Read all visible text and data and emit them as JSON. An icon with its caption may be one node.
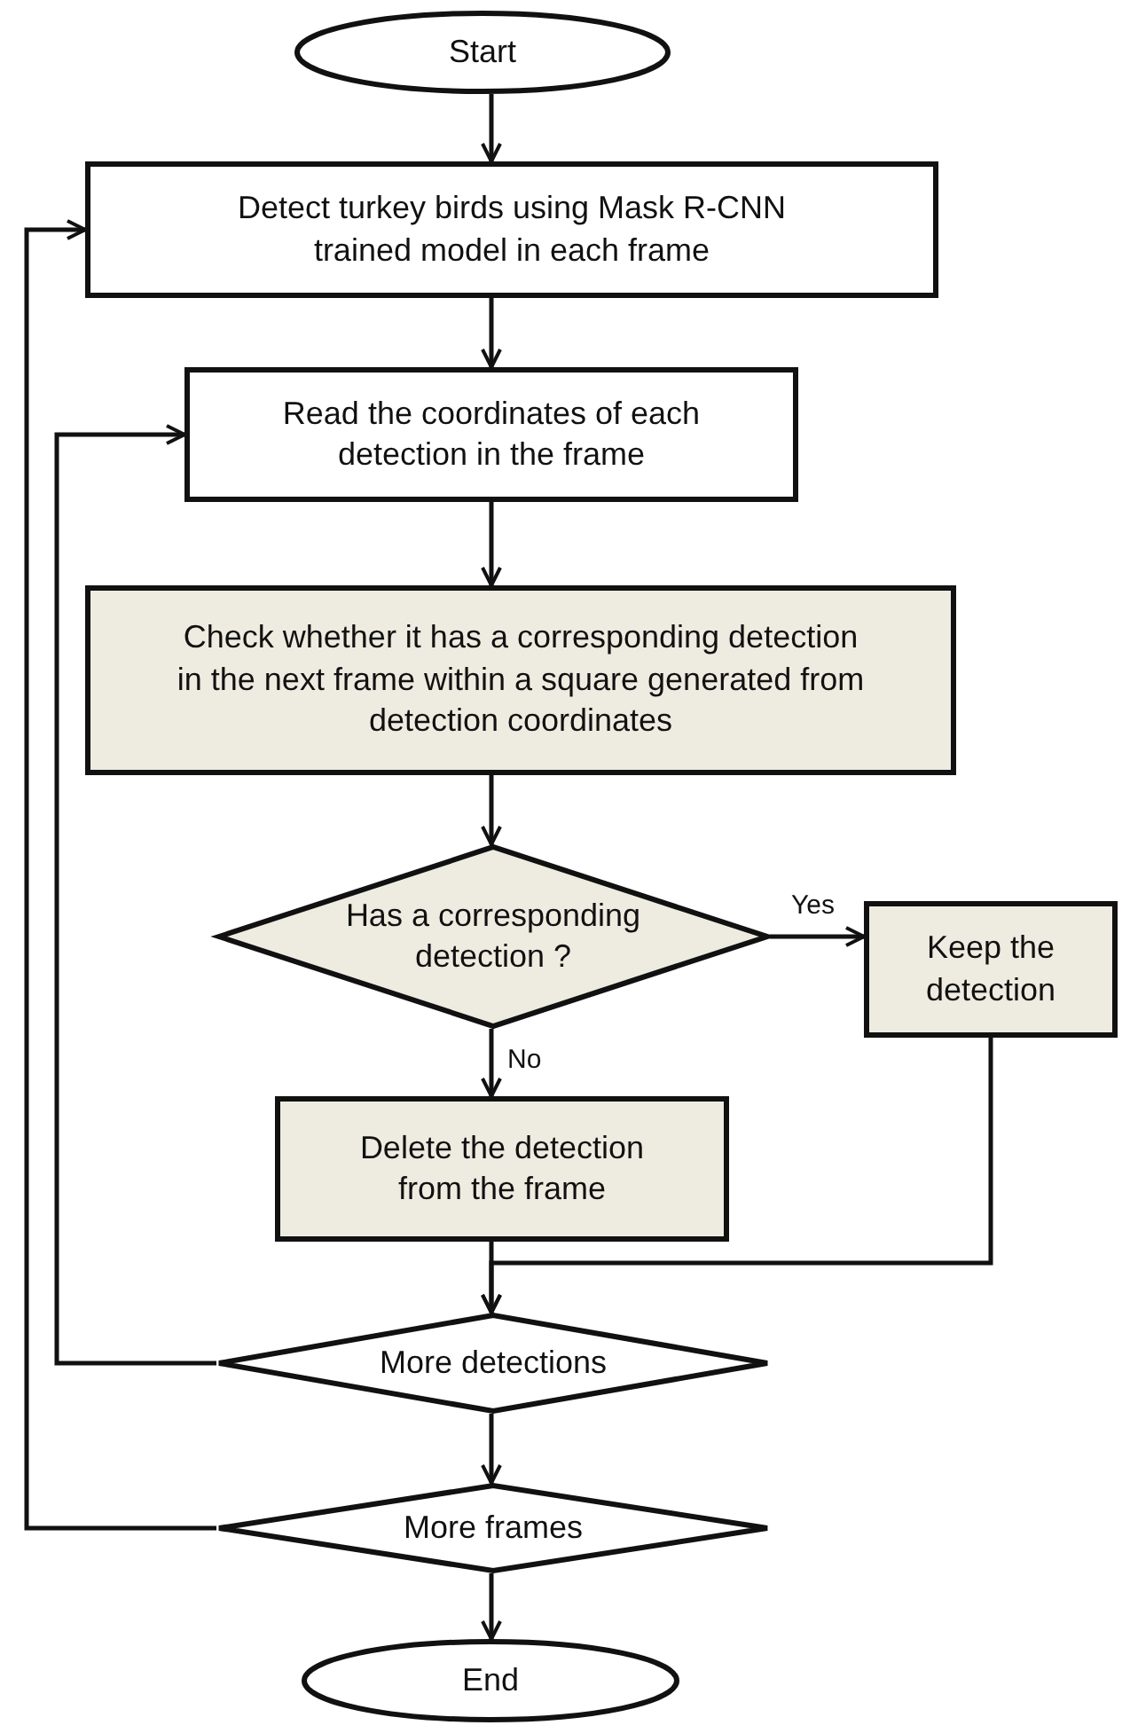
{
  "diagram": {
    "nodes": [
      {
        "text": [
          "Start"
        ]
      },
      {
        "text": [
          "Detect turkey birds using Mask R-CNN trained model in each frame"
        ]
      },
      {
        "text": [
          "Read the coordinates of each detection in the frame"
        ]
      },
      {
        "text": [
          "Check whether it has a corresponding detection in the next frame within a square generated from detection coordinates"
        ]
      },
      {
        "text": [
          "Has a corresponding detection ?"
        ]
      },
      {
        "text": [
          "Keep the detection"
        ]
      },
      {
        "text": [
          "Delete the detection from the frame"
        ]
      },
      {
        "text": [
          "More detections"
        ]
      },
      {
        "text": [
          "More frames"
        ]
      },
      {
        "text": [
          "End"
        ]
      }
    ],
    "edges": [
      {
        "from": 0,
        "to": 1,
        "arrow": "to"
      },
      {
        "from": 1,
        "to": 2,
        "arrow": "to"
      },
      {
        "from": 2,
        "to": 3,
        "arrow": "to"
      },
      {
        "from": 3,
        "to": 4,
        "arrow": "to"
      },
      {
        "from": 4,
        "to": 5,
        "arrow": "to",
        "label": "Yes"
      },
      {
        "from": 4,
        "to": 6,
        "arrow": "to",
        "label": "No"
      },
      {
        "from": 6,
        "to": 7,
        "arrow": "to"
      },
      {
        "from": 5,
        "to": 7,
        "arrow": "to"
      },
      {
        "from": 7,
        "to": 2,
        "arrow": "to"
      },
      {
        "from": 7,
        "to": 8,
        "arrow": "to"
      },
      {
        "from": 8,
        "to": 1,
        "arrow": "to"
      },
      {
        "from": 8,
        "to": 9,
        "arrow": "to"
      }
    ]
  }
}
